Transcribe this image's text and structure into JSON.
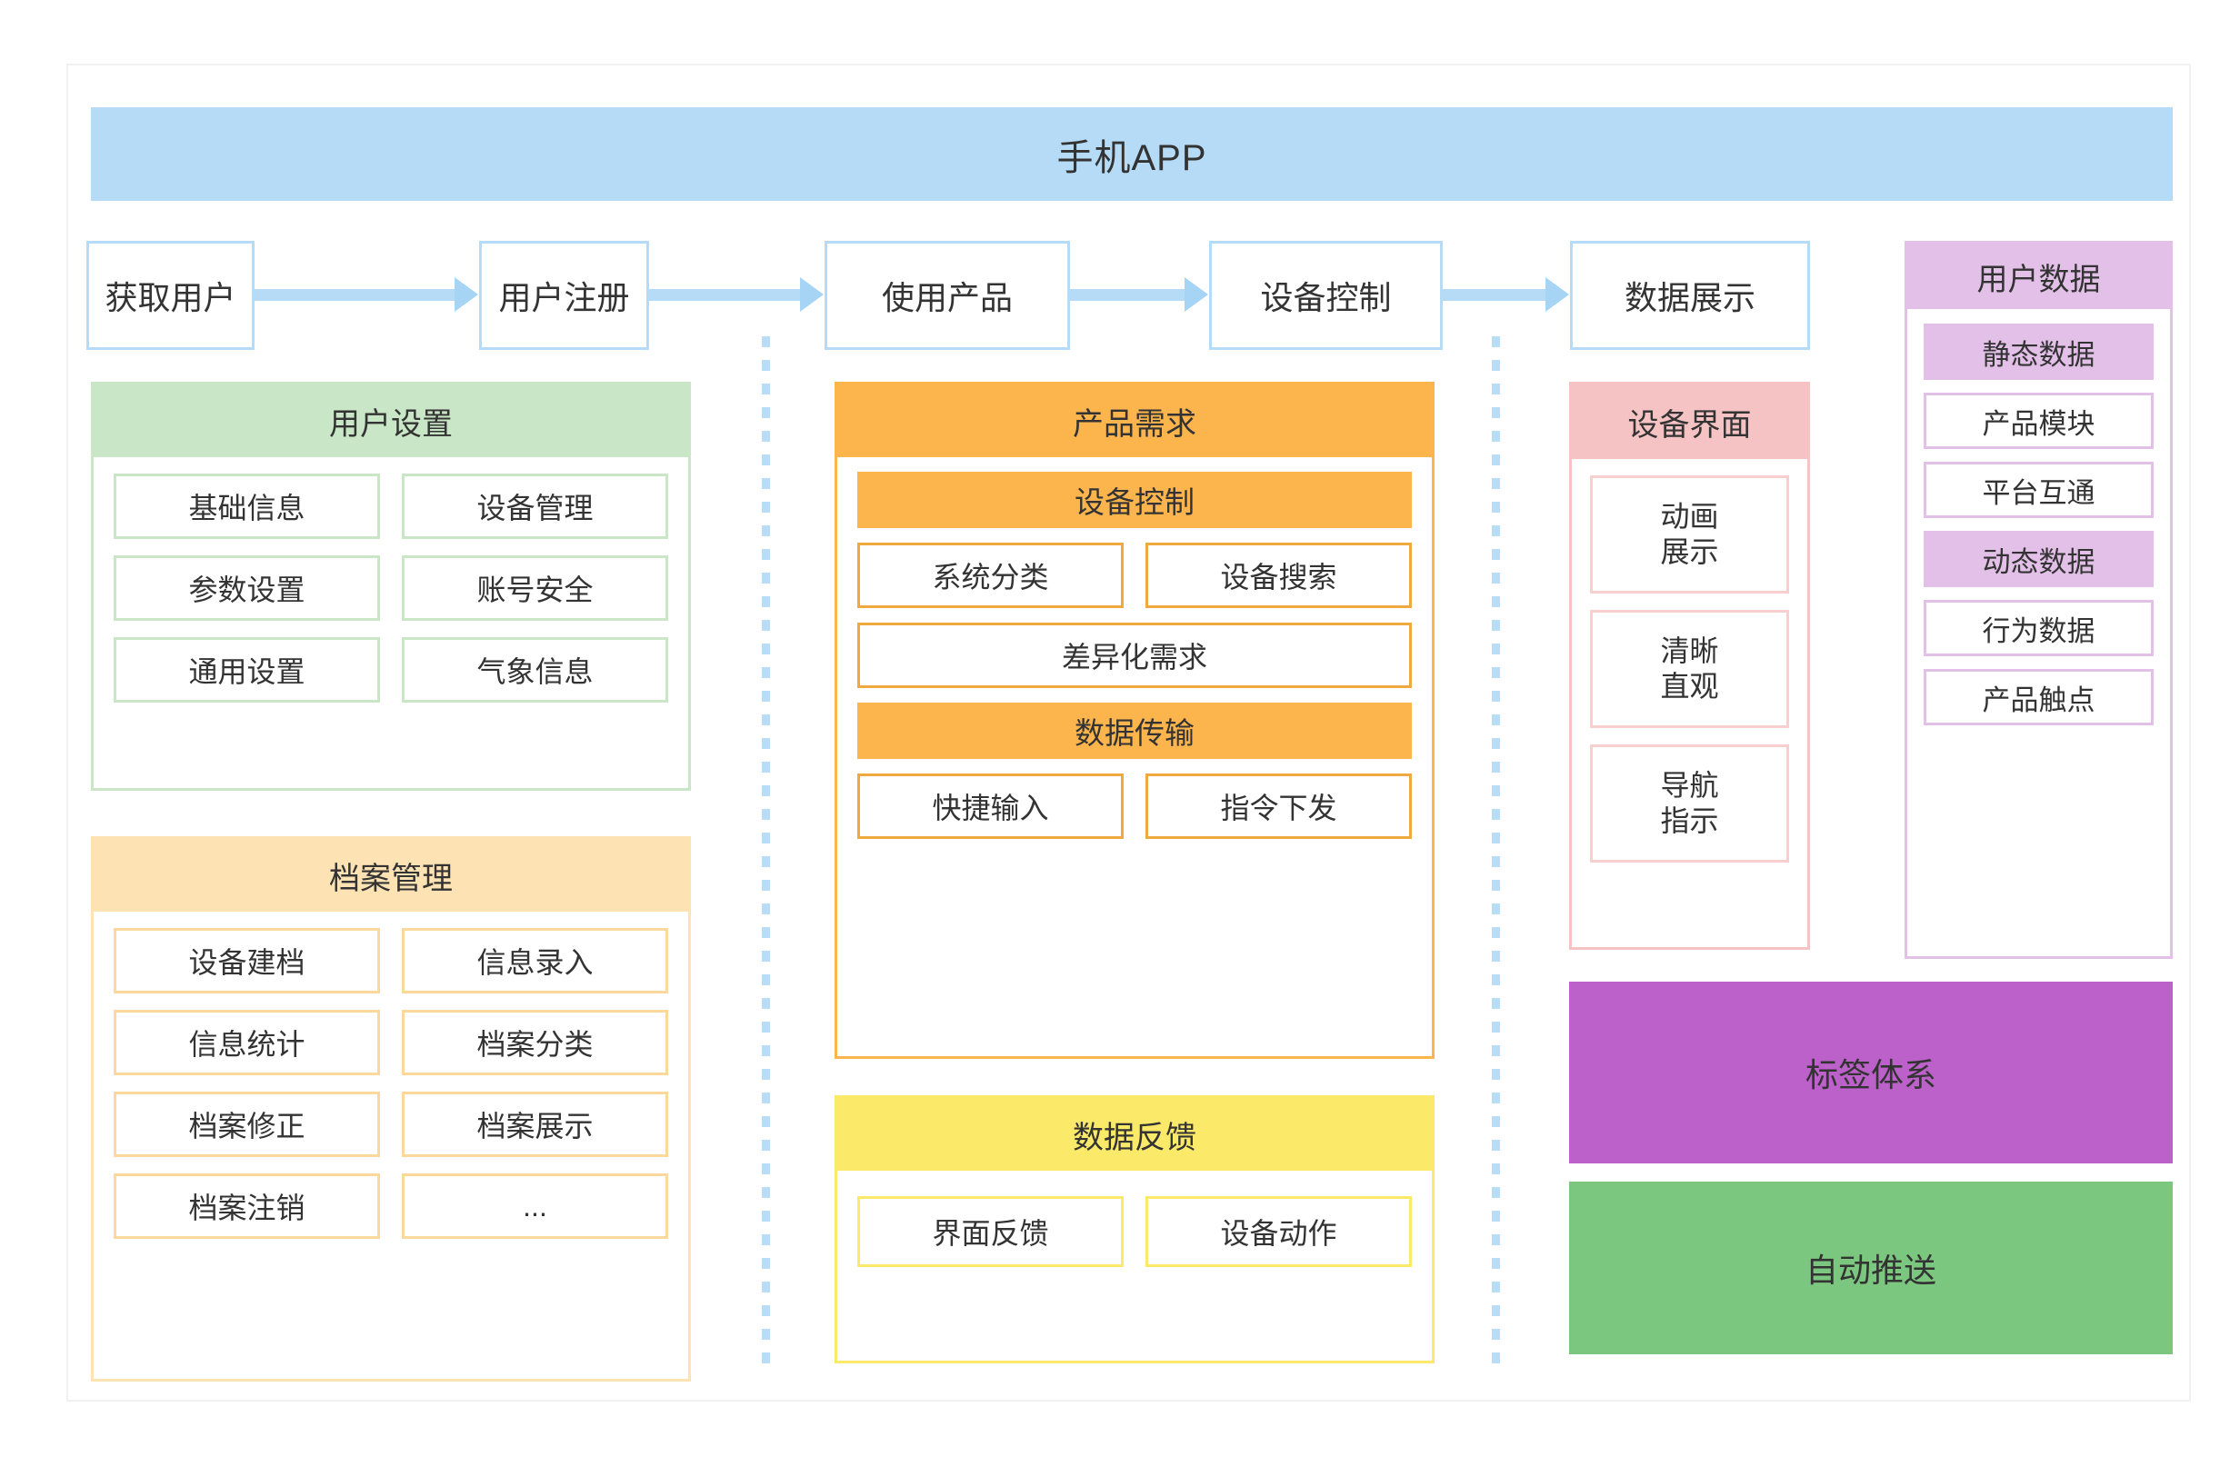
{
  "banner": {
    "title": "手机APP"
  },
  "flow": {
    "steps": [
      {
        "label": "获取用户"
      },
      {
        "label": "用户注册"
      },
      {
        "label": "使用产品"
      },
      {
        "label": "设备控制"
      },
      {
        "label": "数据展示"
      }
    ]
  },
  "user_settings": {
    "title": "用户设置",
    "items": [
      "基础信息",
      "设备管理",
      "参数设置",
      "账号安全",
      "通用设置",
      "气象信息"
    ],
    "color": "#C9E6C6"
  },
  "archive": {
    "title": "档案管理",
    "items": [
      "设备建档",
      "信息录入",
      "信息统计",
      "档案分类",
      "档案修正",
      "档案展示",
      "档案注销",
      "..."
    ],
    "color": "#FDE3B4"
  },
  "product": {
    "title": "产品需求",
    "color": "#FCB44D",
    "groups": [
      {
        "band": "设备控制",
        "pairs": [
          "系统分类",
          "设备搜索"
        ],
        "wide": "差异化需求"
      },
      {
        "band": "数据传输",
        "pairs": [
          "快捷输入",
          "指令下发"
        ]
      }
    ]
  },
  "feedback": {
    "title": "数据反馈",
    "items": [
      "界面反馈",
      "设备动作"
    ],
    "color": "#FBE96A"
  },
  "device_ui": {
    "title": "设备界面",
    "color": "#F5C3C3",
    "items": [
      {
        "line1": "动画",
        "line2": "展示"
      },
      {
        "line1": "清晰",
        "line2": "直观"
      },
      {
        "line1": "导航",
        "line2": "指示"
      }
    ]
  },
  "user_data": {
    "title": "用户数据",
    "color": "#E3C0E8",
    "items": [
      {
        "label": "静态数据",
        "style": "fill"
      },
      {
        "label": "产品模块",
        "style": "line"
      },
      {
        "label": "平台互通",
        "style": "line"
      },
      {
        "label": "动态数据",
        "style": "fill"
      },
      {
        "label": "行为数据",
        "style": "line"
      },
      {
        "label": "产品触点",
        "style": "line"
      }
    ]
  },
  "tag_system": {
    "label": "标签体系",
    "color": "#BB61C9"
  },
  "auto_push": {
    "label": "自动推送",
    "color": "#7CC77F"
  }
}
